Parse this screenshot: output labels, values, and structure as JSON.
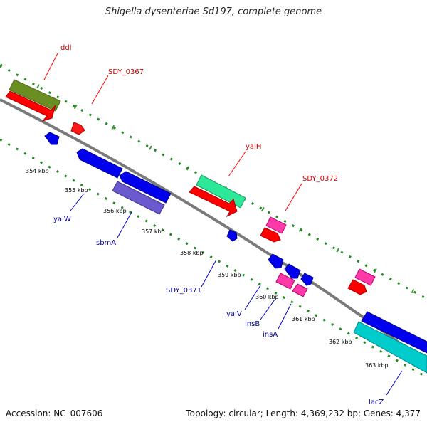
{
  "title": "Shigella dysenteriae Sd197, complete genome",
  "footer": {
    "accession": "Accession: NC_007606",
    "topology": "Topology: circular; Length: 4,369,232 bp; Genes: 4,377"
  },
  "colors": {
    "forward_label": "#cc0000",
    "reverse_label": "#000099",
    "backbone": "#888888",
    "dots": "#228b22"
  },
  "kbp_ticks": [
    "354 kbp",
    "355 kbp",
    "356 kbp",
    "357 kbp",
    "358 kbp",
    "359 kbp",
    "360 kbp",
    "361 kbp",
    "362 kbp",
    "363 kbp"
  ],
  "forward_labels": [
    "ddl",
    "SDY_0367",
    "yaiH",
    "SDY_0372"
  ],
  "reverse_labels": [
    "yaiW",
    "sbmA",
    "SDY_0371",
    "yaiV",
    "insB",
    "insA",
    "lacZ"
  ]
}
